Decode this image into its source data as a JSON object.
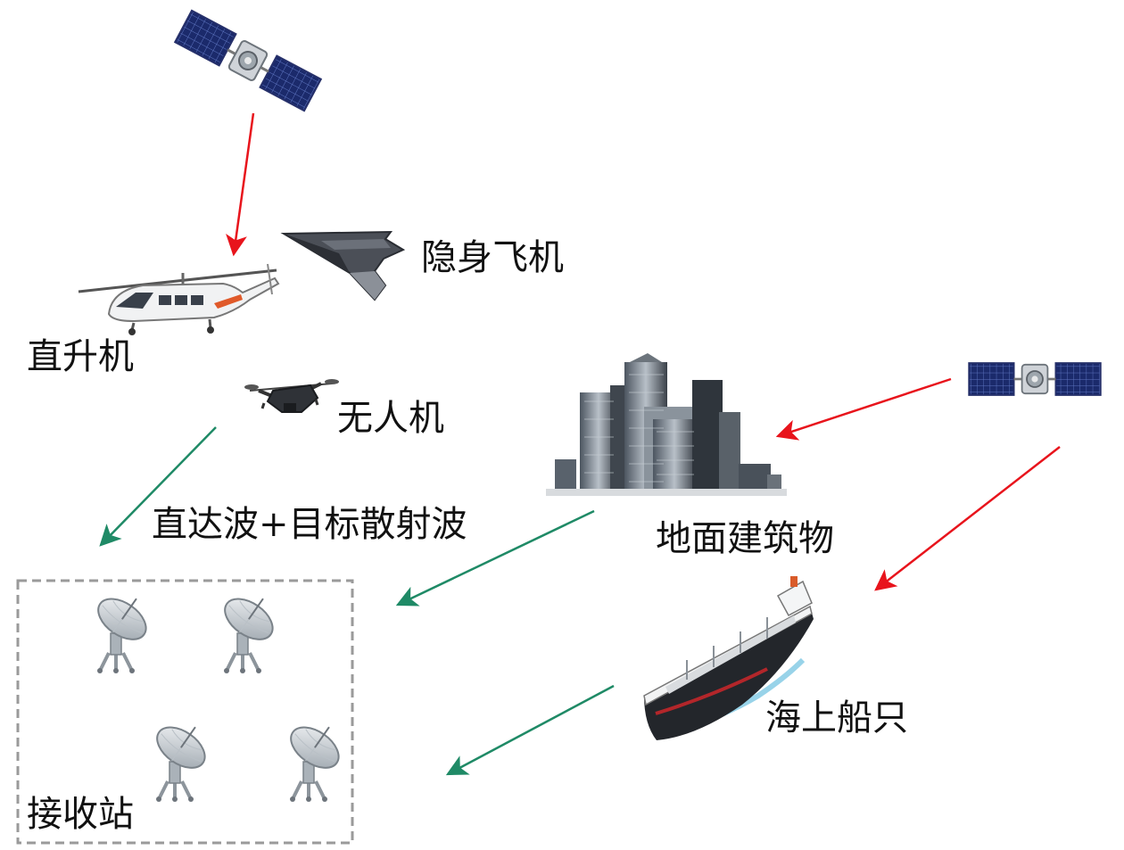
{
  "labels": {
    "stealth_aircraft": "隐身飞机",
    "helicopter": "直升机",
    "drone": "无人机",
    "signal": "直达波+目标散射波",
    "buildings": "地面建筑物",
    "ship": "海上船只",
    "receiver_station": "接收站"
  },
  "colors": {
    "illumination_arrow": "#e8141c",
    "scatter_arrow": "#1f8a66",
    "station_border": "#9a9a9a",
    "text": "#111111"
  },
  "icons": [
    "satellite-icon",
    "helicopter-icon",
    "stealth-aircraft-icon",
    "drone-icon",
    "buildings-icon",
    "ship-icon",
    "radar-dish-icon"
  ]
}
